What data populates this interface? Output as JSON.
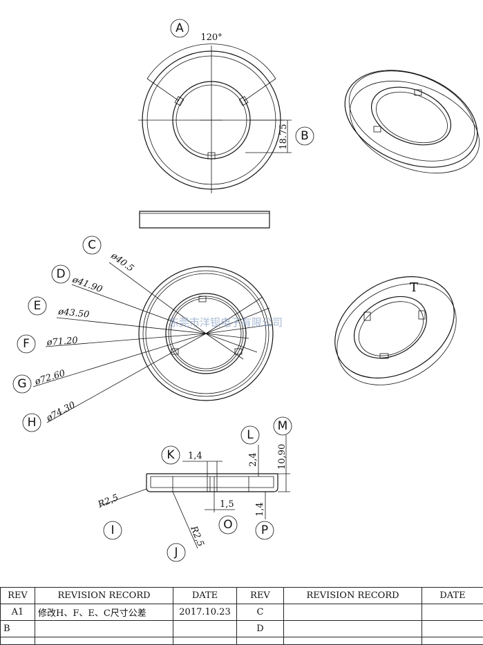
{
  "drawing": {
    "callouts": [
      "A",
      "B",
      "C",
      "D",
      "E",
      "F",
      "G",
      "H",
      "I",
      "J",
      "K",
      "L",
      "M",
      "O",
      "P"
    ],
    "top_view": {
      "angle": "120°",
      "height_dim": "18.75"
    },
    "section_dims": {
      "k": "1,4",
      "l": "2,4",
      "m": "10,90",
      "o": "1,5",
      "p": "1,4",
      "r_left": "R2,5",
      "r_bottom": "R2,5"
    },
    "diameters": [
      "ø40.5",
      "ø41.90",
      "ø43.50",
      "ø71.20",
      "ø72.60",
      "ø74.30"
    ],
    "iso_label": "T",
    "watermark": "东莞市洋钡电子有限公司"
  },
  "revision_table": {
    "headers": [
      "REV",
      "REVISION RECORD",
      "DATE",
      "REV",
      "REVISION RECORD",
      "DATE"
    ],
    "rows": [
      [
        "A1",
        "修改H、F、E、C尺寸公差",
        "2017.10.23",
        "C",
        "",
        ""
      ],
      [
        "B",
        "",
        "",
        "D",
        "",
        ""
      ]
    ]
  }
}
